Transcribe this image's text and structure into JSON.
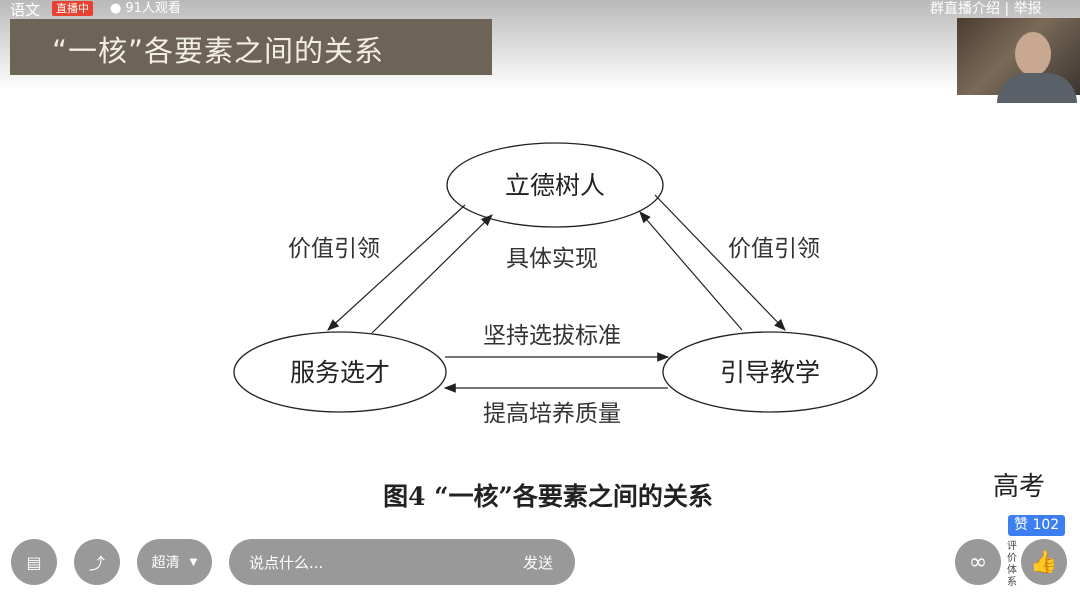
{
  "header": {
    "subject": "语文",
    "live_badge": "直播中",
    "viewers": "91人观看",
    "slide_title": "“一核”各要素之间的关系",
    "intro_link": "群直播介绍",
    "separator": "|",
    "report_link": "举报"
  },
  "diagram": {
    "nodes": {
      "top": "立德树人",
      "left": "服务选才",
      "right": "引导教学"
    },
    "labels": {
      "left_edge": "价值引领",
      "center_upper": "具体实现",
      "right_edge": "价值引领",
      "horizontal_top": "坚持选拔标准",
      "horizontal_bottom": "提高培养质量"
    },
    "caption": "图4 “一核”各要素之间的关系"
  },
  "controls": {
    "quality": "超清",
    "chat_placeholder": "说点什么...",
    "send": "发送",
    "likes": "赞 102"
  },
  "watermark": {
    "text": "高考",
    "sub": "评价体系"
  }
}
